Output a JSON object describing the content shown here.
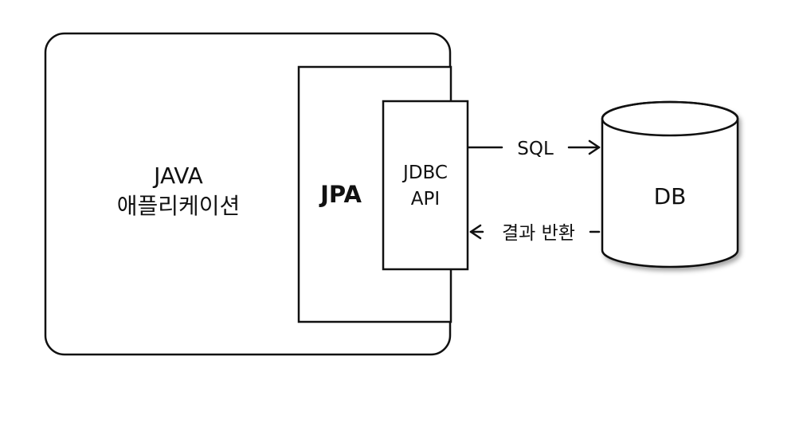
{
  "diagram": {
    "app_label_line1": "JAVA",
    "app_label_line2": "애플리케이션",
    "jpa_label": "JPA",
    "jdbc_label_line1": "JDBC",
    "jdbc_label_line2": "API",
    "sql_label": "SQL",
    "result_label": "결과 반환",
    "db_label": "DB"
  }
}
